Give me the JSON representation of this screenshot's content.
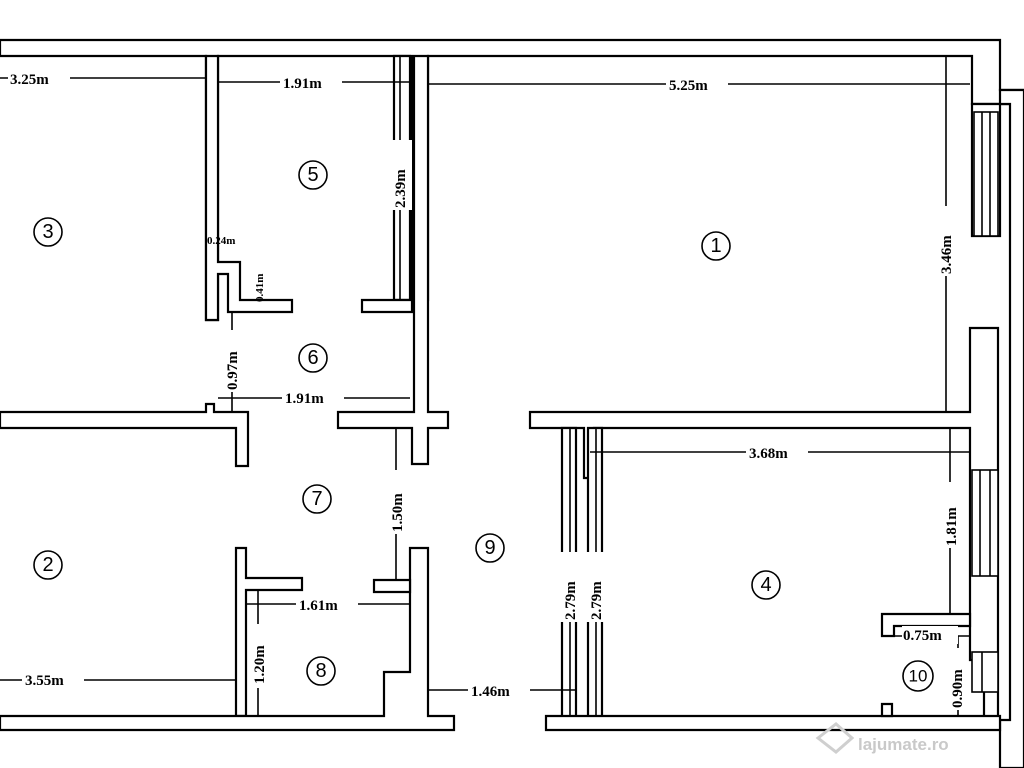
{
  "rooms": [
    "1",
    "2",
    "3",
    "4",
    "5",
    "6",
    "7",
    "8",
    "9",
    "10"
  ],
  "dimensions": {
    "d_3_25": "3.25m",
    "d_1_91_top": "1.91m",
    "d_5_25": "5.25m",
    "d_2_39": "2.39m",
    "d_3_46": "3.46m",
    "d_0_24": "0.24m",
    "d_0_41": "0.41m",
    "d_0_97": "0.97m",
    "d_1_91_mid": "1.91m",
    "d_3_68": "3.68m",
    "d_1_81": "1.81m",
    "d_1_50": "1.50m",
    "d_2_79_a": "2.79m",
    "d_2_79_b": "2.79m",
    "d_1_61": "1.61m",
    "d_1_20": "1.20m",
    "d_3_55": "3.55m",
    "d_1_46": "1.46m",
    "d_0_75": "0.75m",
    "d_0_90": "0.90m"
  },
  "watermark": "lajumate.ro"
}
